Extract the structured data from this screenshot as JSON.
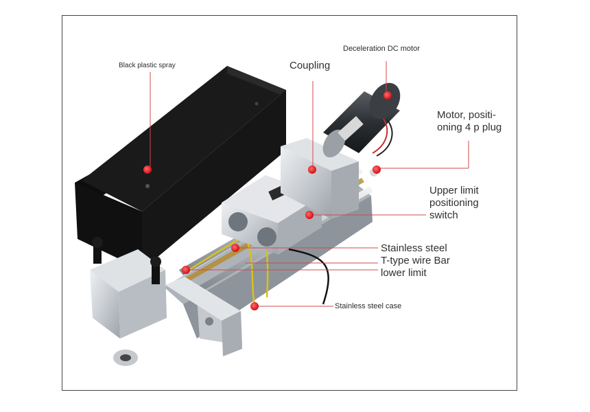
{
  "labels": {
    "black_plastic_spray": "Black plastic spray",
    "deceleration_dc_motor": "Deceleration DC motor",
    "coupling": "Coupling",
    "motor_positioning_plug": [
      "Motor, positi-",
      "oning 4 p plug"
    ],
    "upper_limit_switch": [
      "Upper limit",
      "positioning",
      "switch"
    ],
    "stainless_tbar_lower_limit": [
      "Stainless steel",
      "T-type wire Bar",
      "lower limit"
    ],
    "stainless_steel_case": "Stainless steel case"
  },
  "colors": {
    "marker": "#e0161c",
    "leader_line": "#d04a4a",
    "frame_border": "#444444",
    "cover": "#141414",
    "aluminum": "#c9ccd0"
  }
}
